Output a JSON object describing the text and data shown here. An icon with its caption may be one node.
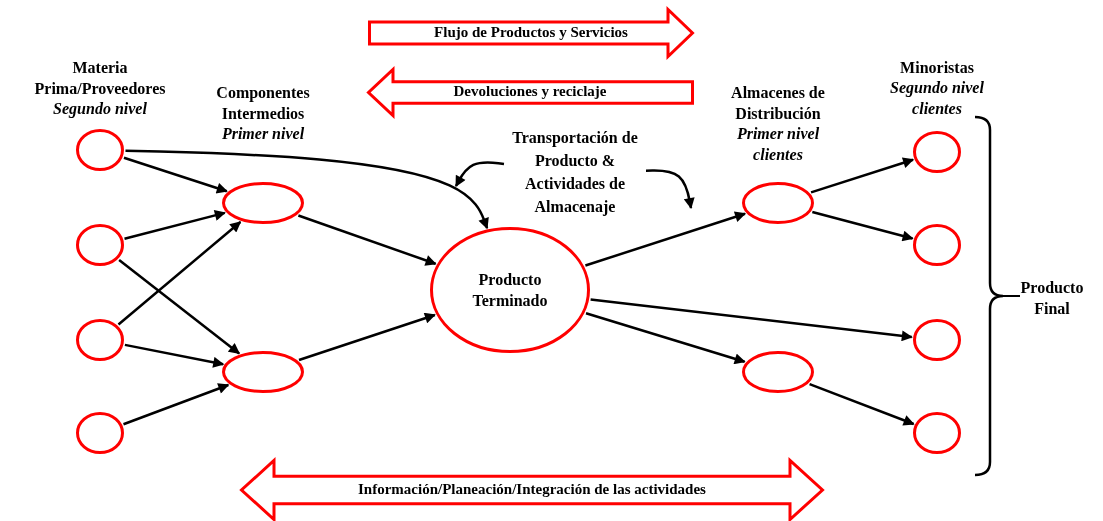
{
  "diagram": {
    "nodes": [
      {
        "text": [],
        "shape": "ellipse"
      },
      {
        "text": [],
        "shape": "ellipse"
      },
      {
        "text": [],
        "shape": "ellipse"
      },
      {
        "text": [],
        "shape": "ellipse"
      },
      {
        "text": [],
        "shape": "ellipse"
      },
      {
        "text": [],
        "shape": "ellipse"
      },
      {
        "text": [
          "Producto Terminado"
        ]
      },
      {
        "text": [],
        "shape": "ellipse"
      },
      {
        "text": [],
        "shape": "ellipse"
      },
      {
        "text": [],
        "shape": "ellipse"
      },
      {
        "text": [],
        "shape": "ellipse"
      },
      {
        "text": [],
        "shape": "ellipse"
      },
      {
        "text": [],
        "shape": "ellipse"
      },
      {
        "text": [
          "Transportación de Producto & Actividades de Almacenaje"
        ]
      },
      {
        "text": [
          "Flujo de Productos y Servicios"
        ]
      },
      {
        "text": [
          "Devoluciones y reciclaje"
        ]
      },
      {
        "text": [
          "Información/Planeación/Integración de las actividades"
        ]
      }
    ],
    "edges": [
      {
        "from": 0,
        "to": 4,
        "arrow": "to"
      },
      {
        "from": 0,
        "to": 6,
        "arrow": "to"
      },
      {
        "from": 1,
        "to": 4,
        "arrow": "to"
      },
      {
        "from": 1,
        "to": 5,
        "arrow": "to"
      },
      {
        "from": 2,
        "to": 4,
        "arrow": "to"
      },
      {
        "from": 2,
        "to": 5,
        "arrow": "to"
      },
      {
        "from": 3,
        "to": 5,
        "arrow": "to"
      },
      {
        "from": 4,
        "to": 6,
        "arrow": "to"
      },
      {
        "from": 5,
        "to": 6,
        "arrow": "to"
      },
      {
        "from": 6,
        "to": 7,
        "arrow": "to"
      },
      {
        "from": 6,
        "to": 11,
        "arrow": "to"
      },
      {
        "from": 6,
        "to": 8,
        "arrow": "to"
      },
      {
        "from": 7,
        "to": 9,
        "arrow": "to"
      },
      {
        "from": 7,
        "to": 10,
        "arrow": "to"
      },
      {
        "from": 8,
        "to": 12,
        "arrow": "to"
      },
      {
        "from": 13,
        "to": null,
        "arrow": "to"
      },
      {
        "from": 13,
        "to": null,
        "arrow": "to"
      }
    ],
    "labels": [
      "Materia Prima/Proveedores",
      "Segundo nivel",
      "Componentes Intermedios",
      "Primer nivel",
      "Almacenes de Distribución",
      "Primer nivel clientes",
      "Minoristas",
      "Segundo nivel clientes",
      "Producto Final"
    ]
  }
}
